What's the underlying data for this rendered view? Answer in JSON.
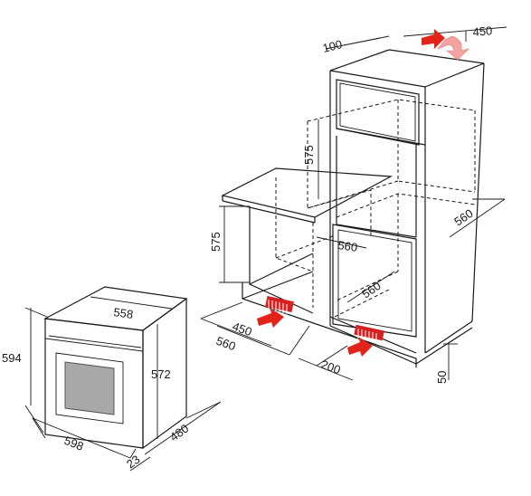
{
  "oven": {
    "width": "598",
    "height": "594",
    "top_width": "558",
    "cavity_height": "572",
    "depth": "480",
    "door_thickness": "23"
  },
  "cabinet_under_counter": {
    "height": "575",
    "width": "560",
    "base_depth": "450",
    "base_width": "560",
    "inner_width": "560",
    "inner_depth": "560"
  },
  "column_cabinet": {
    "top_clearance": "100",
    "top_depth": "450",
    "upper_height": "575",
    "side_depth": "560",
    "vent_width": "200",
    "plinth_height": "50"
  },
  "colors": {
    "arrow_red": "#e2231a",
    "arrow_pink": "#f2a3a0",
    "vent": "#d42020"
  }
}
